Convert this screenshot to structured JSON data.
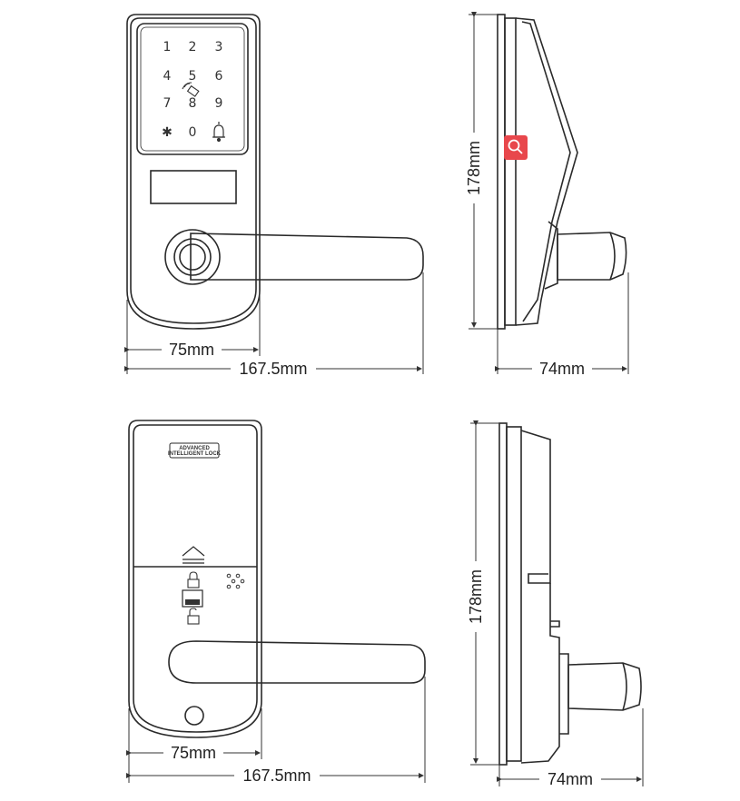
{
  "keypad": {
    "keys": [
      "1",
      "2",
      "3",
      "4",
      "5",
      "6",
      "7",
      "8",
      "9",
      "✱",
      "0"
    ]
  },
  "dimensions": {
    "front_width": "75mm",
    "front_depth": "167.5mm",
    "side_height": "178mm",
    "side_depth": "74mm",
    "back_width": "75mm",
    "back_depth": "167.5mm",
    "back_side_height": "178mm",
    "back_side_depth": "74mm"
  },
  "back_logo": {
    "line1": "ADVANCED",
    "line2": "INTELLIGENT LOCK"
  },
  "icons": {
    "zoom": "magnifier-icon",
    "bell": "bell-icon",
    "card": "rfid-card-icon",
    "lock_closed": "padlock-closed-icon",
    "lock_open": "padlock-open-icon",
    "battery_slide": "battery-cover-arrow-icon"
  },
  "colors": {
    "line": "#2a2a2a",
    "zoom_accent": "#e8474c"
  }
}
